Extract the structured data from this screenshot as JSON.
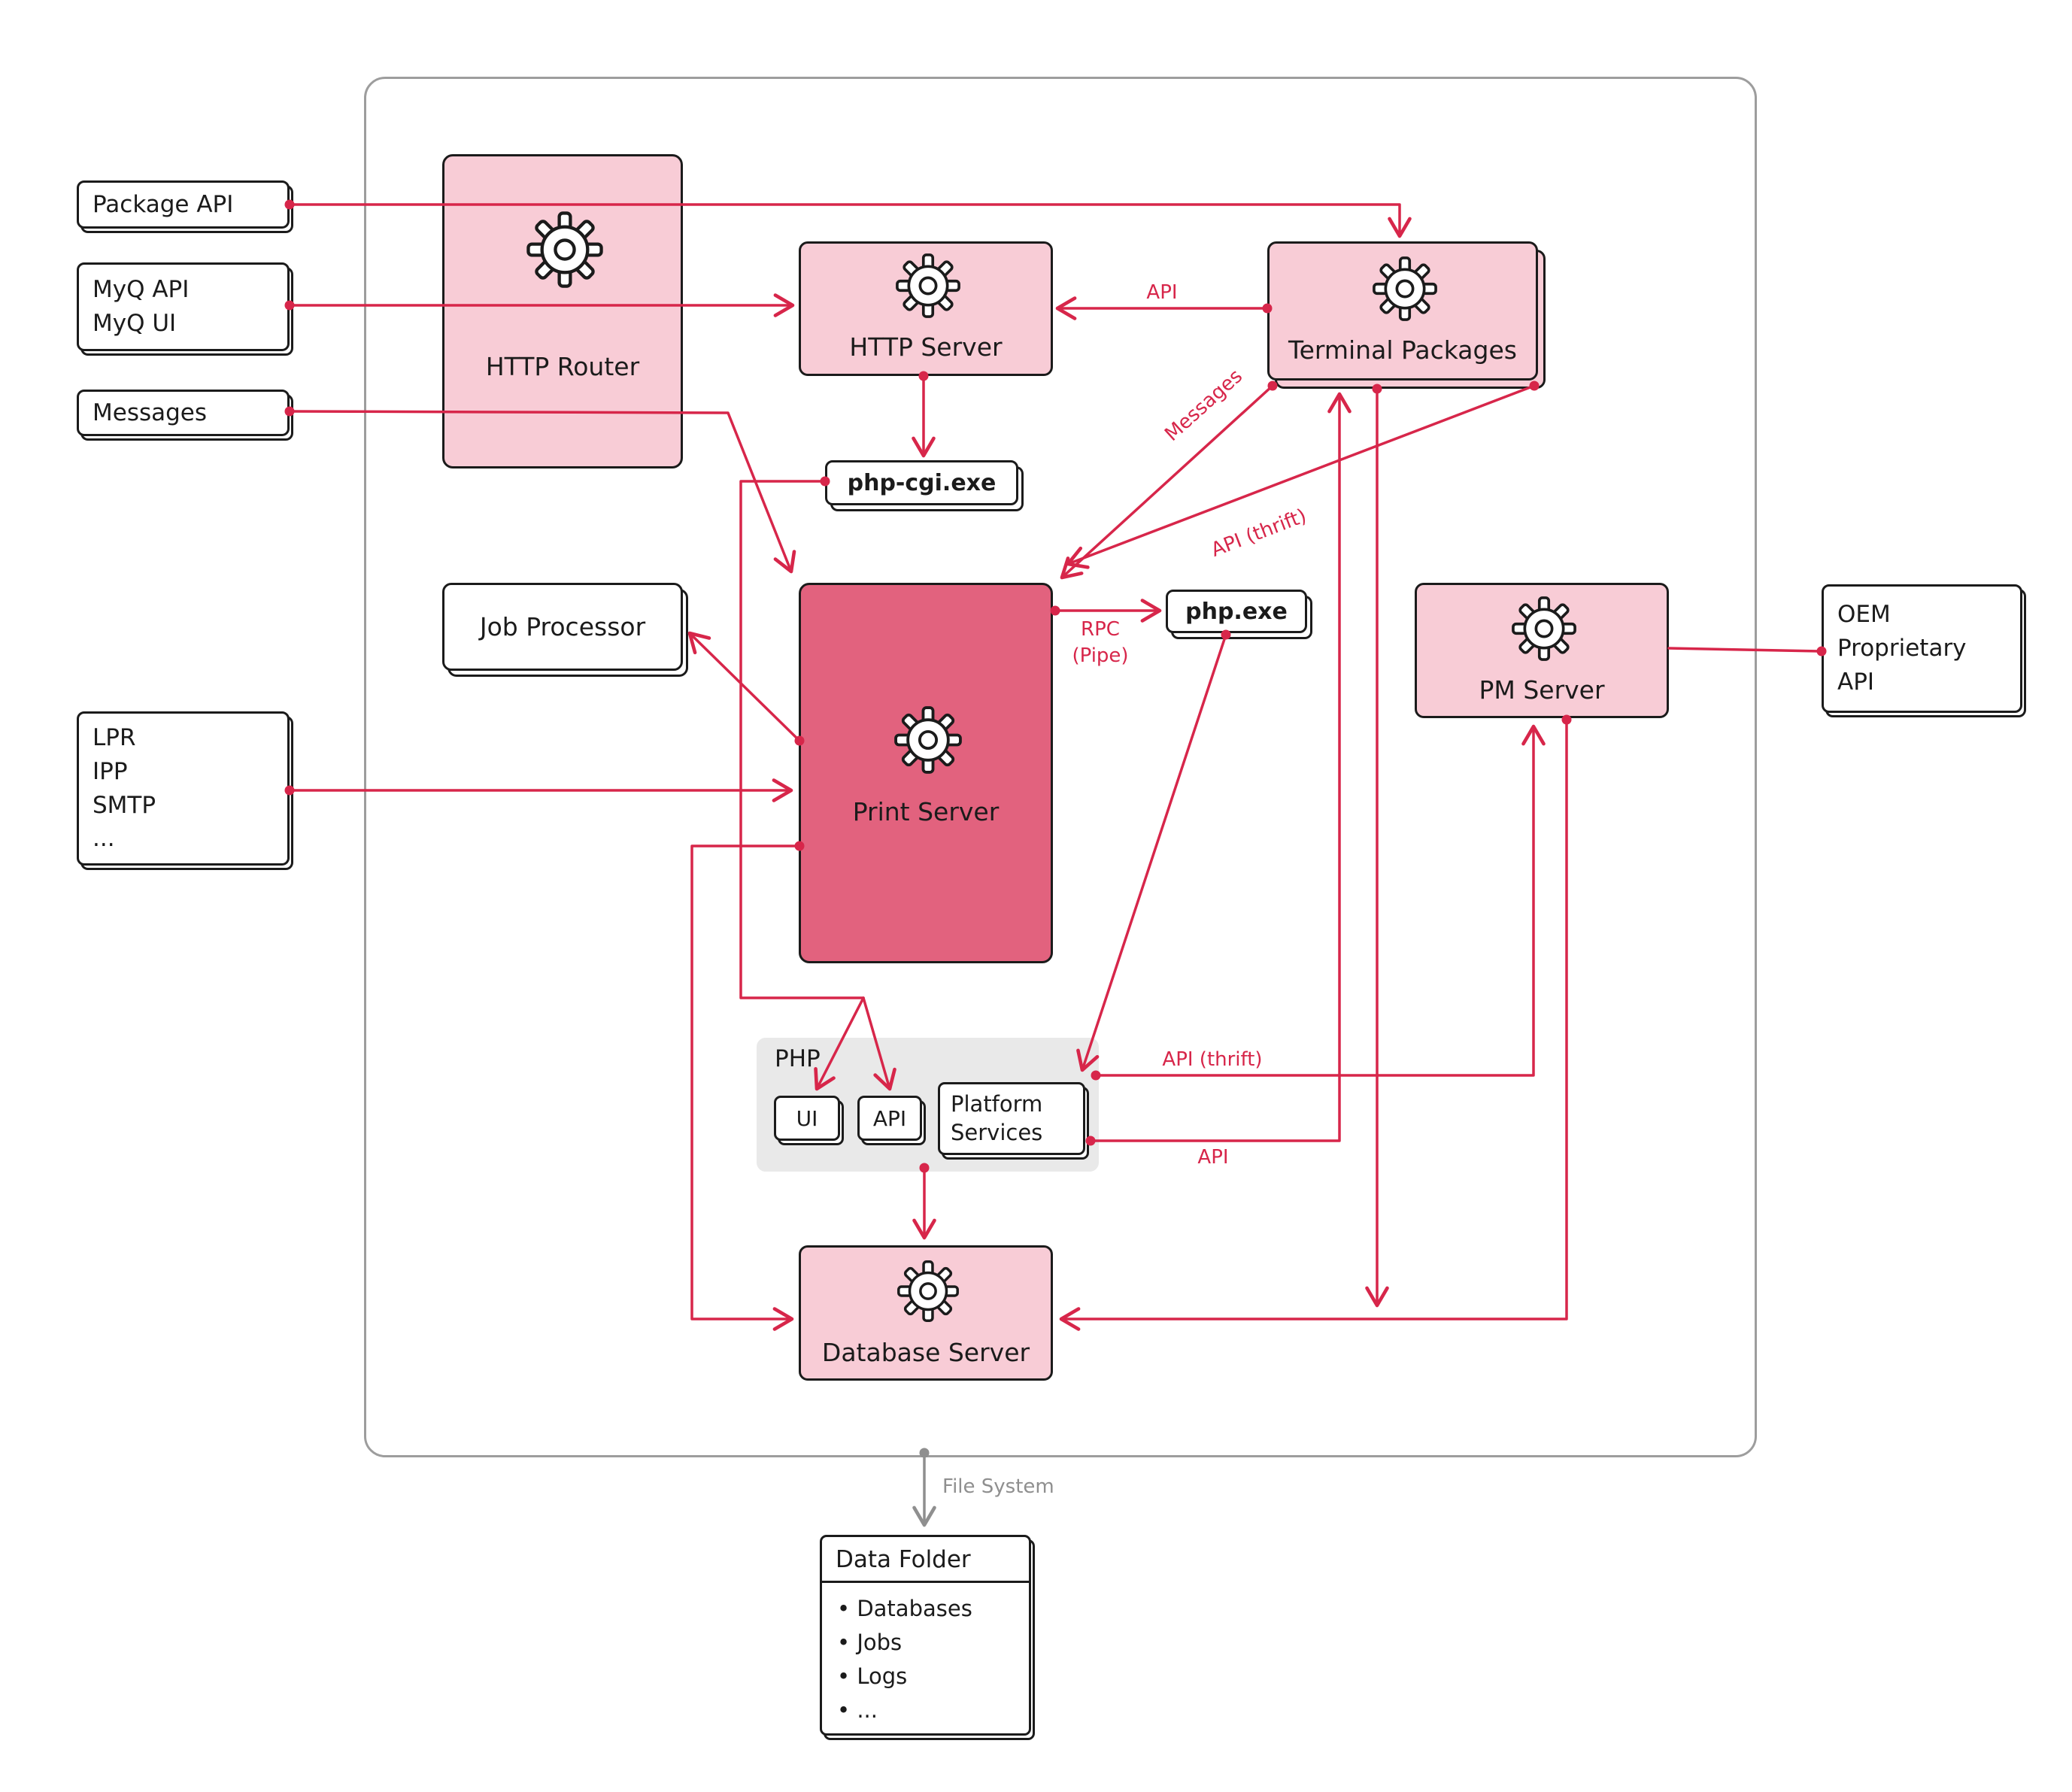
{
  "colors": {
    "accent_red": "#d7264a",
    "pink_light": "#f8ccd6",
    "pink_dark": "#e2627e",
    "group_gray": "#e9e9e9",
    "container_border": "#9d9d9d",
    "file_system_gray": "#8f8f8f"
  },
  "icons": {
    "gear": "gear-icon"
  },
  "external": {
    "package_api": "Package API",
    "myq_lines": [
      "MyQ API",
      "MyQ UI"
    ],
    "messages": "Messages",
    "lpr_lines": [
      "LPR",
      "IPP",
      "SMTP",
      "..."
    ],
    "oem_lines": [
      "OEM",
      "Proprietary",
      "API"
    ]
  },
  "components": {
    "http_router": "HTTP Router",
    "http_server": "HTTP Server",
    "terminal_packages": "Terminal Packages",
    "php_cgi": "php-cgi.exe",
    "job_processor": "Job Processor",
    "print_server": "Print Server",
    "php_exe": "php.exe",
    "pm_server": "PM Server",
    "php_group_label": "PHP",
    "ui": "UI",
    "api": "API",
    "platform_services_lines": [
      "Platform",
      "Services"
    ],
    "database_server": "Database Server"
  },
  "data_folder": {
    "title": "Data Folder",
    "items": [
      "Databases",
      "Jobs",
      "Logs",
      "..."
    ]
  },
  "edge_labels": {
    "api_terminal_http": "API",
    "messages_terminal_print": "Messages",
    "api_thrift_terminal_print": "API (thrift)",
    "rpc_line1": "RPC",
    "rpc_line2": "(Pipe)",
    "api_thrift_platform_pm": "API (thrift)",
    "api_platform_terminal": "API",
    "file_system": "File System"
  }
}
